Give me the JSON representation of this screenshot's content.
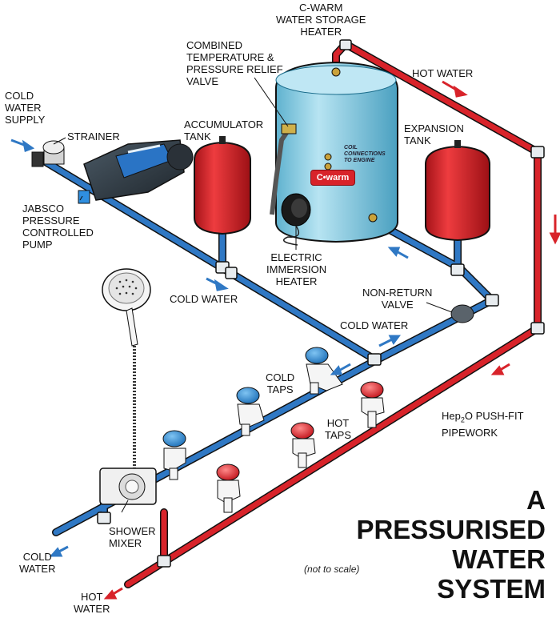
{
  "labels": {
    "cwarm_heater": "C-WARM\nWATER STORAGE\nHEATER",
    "combined_valve": "COMBINED\nTEMPERATURE &\nPRESSURE RELIEF\nVALVE",
    "hot_water_top": "HOT WATER",
    "cold_water_supply": "COLD\nWATER\nSUPPLY",
    "strainer": "STRAINER",
    "accumulator_tank": "ACCUMULATOR\nTANK",
    "expansion_tank": "EXPANSION\nTANK",
    "jabsco_pump": "JABSCO\nPRESSURE\nCONTROLLED\nPUMP",
    "electric_immersion_heater": "ELECTRIC\nIMMERSION\nHEATER",
    "cold_water_1": "COLD WATER",
    "non_return_valve": "NON-RETURN\nVALVE",
    "cold_water_2": "COLD WATER",
    "cold_taps": "COLD\nTAPS",
    "hot_taps": "HOT\nTAPS",
    "pipework_line1_pre": "Hep",
    "pipework_line1_sub": "2",
    "pipework_line1_post": "O PUSH-FIT",
    "pipework_line2": "PIPEWORK",
    "shower_mixer": "SHOWER\nMIXER",
    "cold_water_out": "COLD\nWATER",
    "hot_water_out": "HOT\nWATER",
    "coil_connections": "COIL\nCONNECTIONS\nTO ENGINE",
    "brand_logo": "C•warm"
  },
  "title": {
    "line1": "A",
    "line2": "PRESSURISED",
    "line3": "WATER",
    "line4": "SYSTEM"
  },
  "note": "(not to scale)",
  "colors": {
    "cold_pipe": "#2f78c4",
    "hot_pipe": "#d8232a",
    "pipe_outline": "#111111",
    "fitting": "#e8ecef",
    "tank_red": "#d8232a",
    "heater_body": "#8fd0e6",
    "arrow_cold": "#2f78c4",
    "arrow_hot": "#d8232a"
  }
}
